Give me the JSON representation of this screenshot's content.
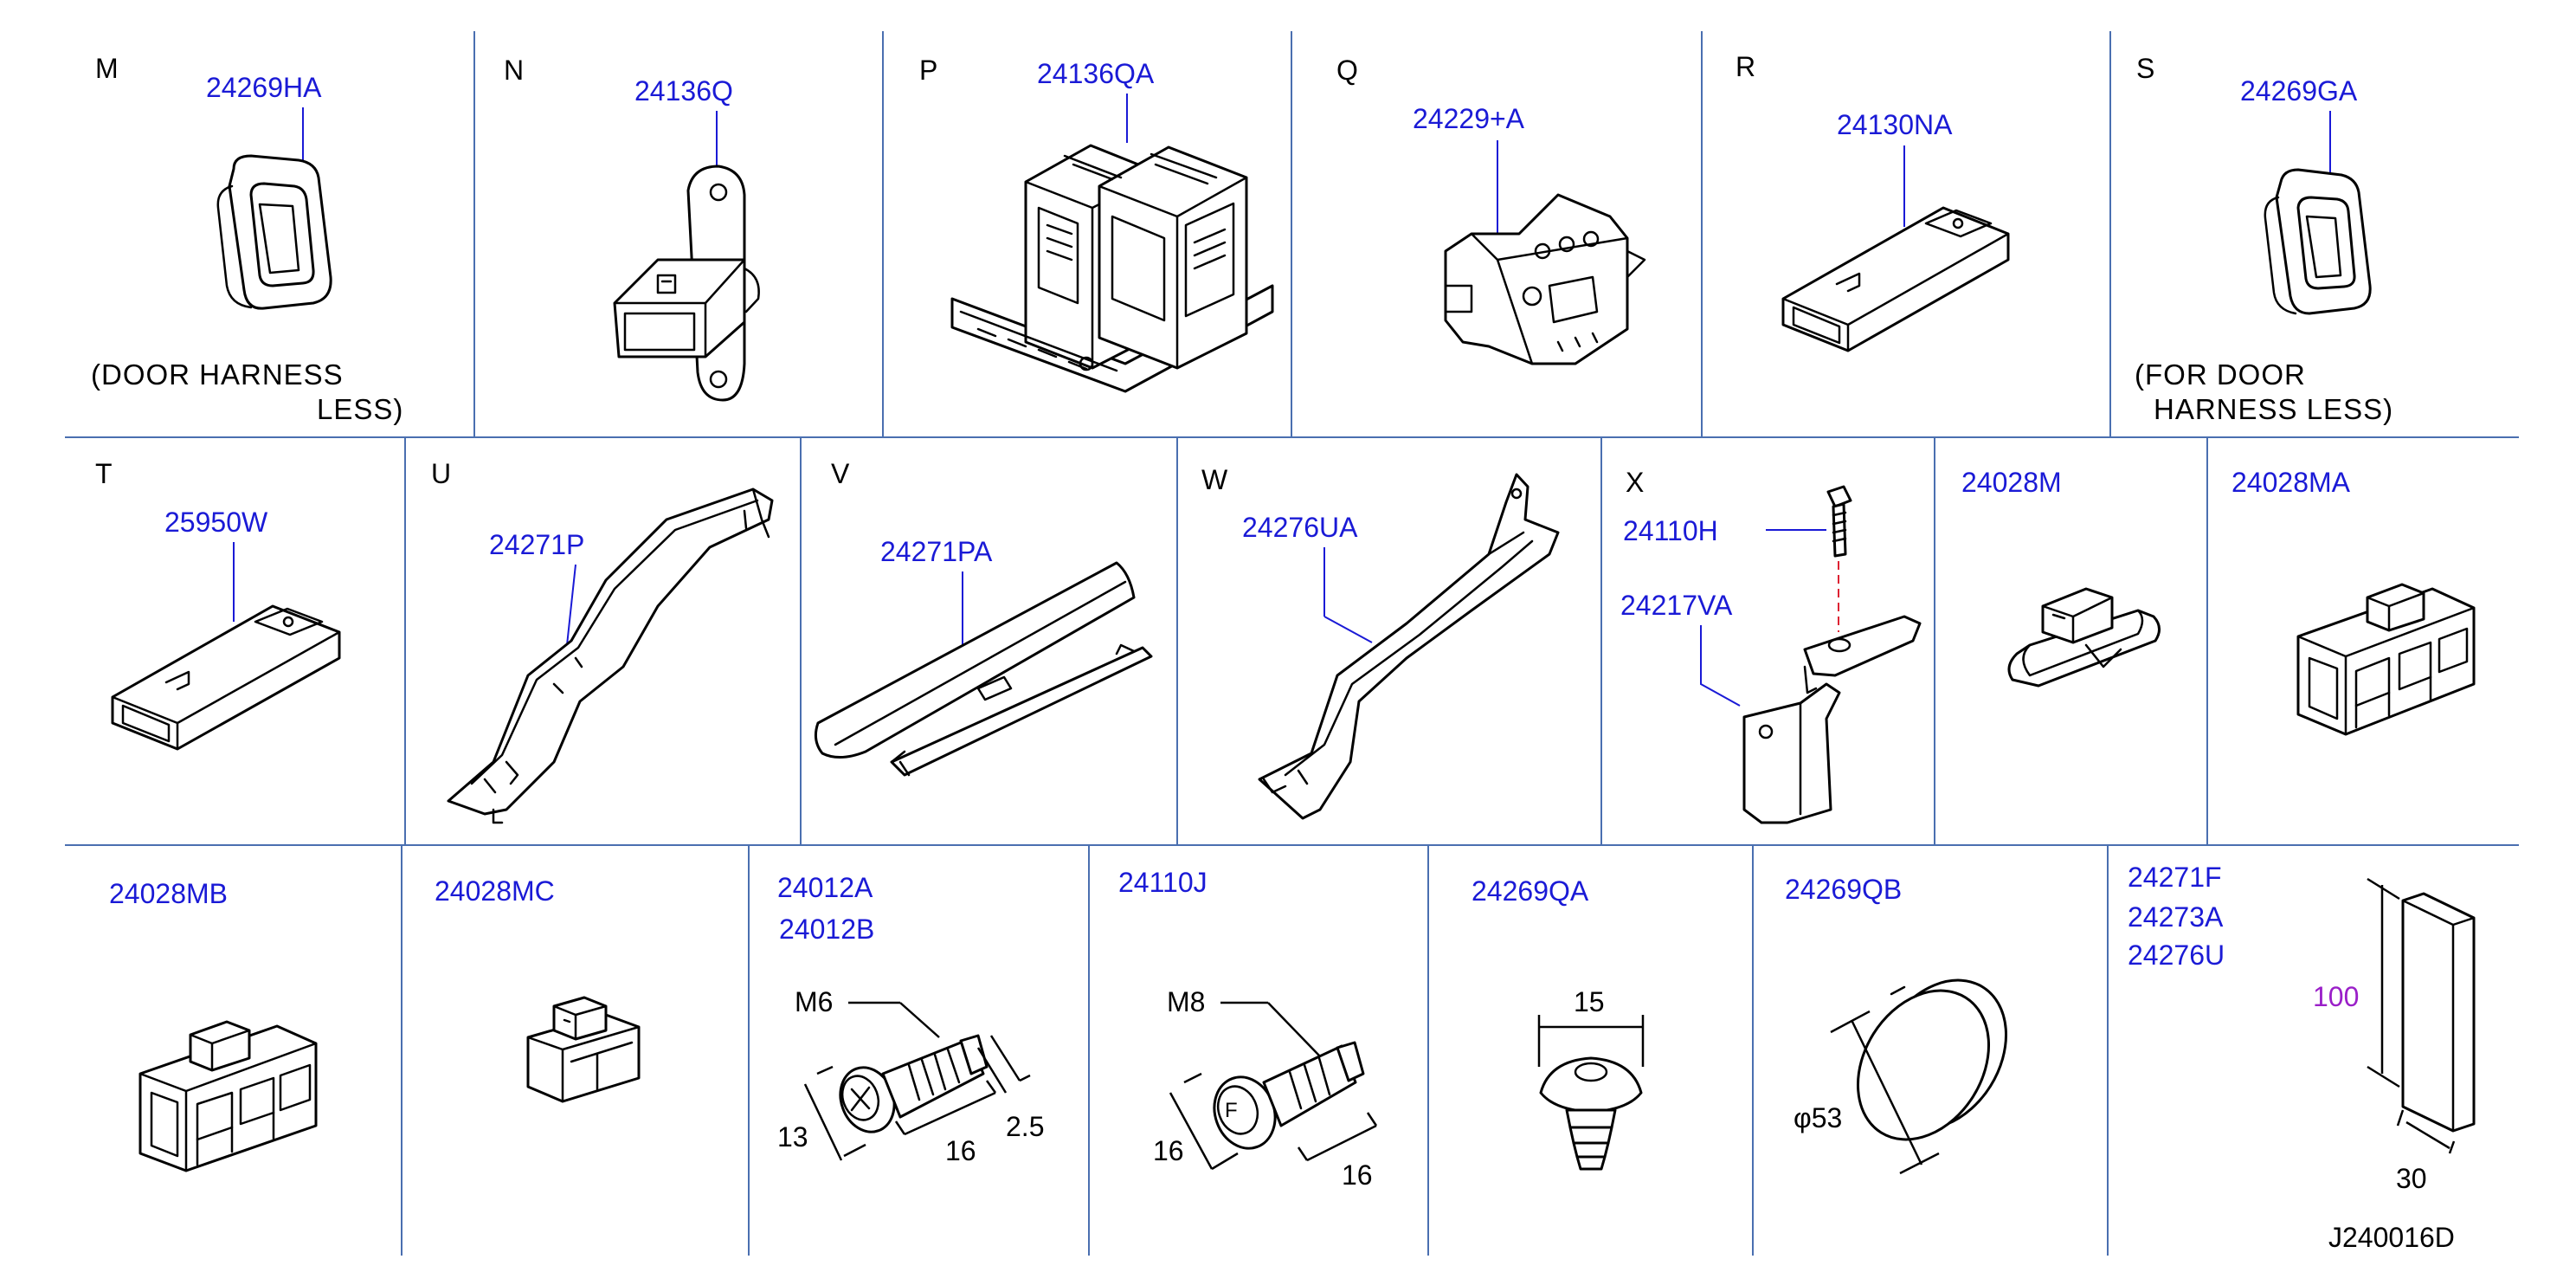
{
  "cells": {
    "M": {
      "letter": "M",
      "parts": [
        "24269HA"
      ],
      "note": [
        "(DOOR   HARNESS",
        "LESS)"
      ]
    },
    "N": {
      "letter": "N",
      "parts": [
        "24136Q"
      ]
    },
    "P": {
      "letter": "P",
      "parts": [
        "24136QA"
      ]
    },
    "Q": {
      "letter": "Q",
      "parts": [
        "24229+A"
      ]
    },
    "R": {
      "letter": "R",
      "parts": [
        "24130NA"
      ]
    },
    "S": {
      "letter": "S",
      "parts": [
        "24269GA"
      ],
      "note": [
        "(FOR   DOOR",
        "HARNESS   LESS)"
      ]
    },
    "T": {
      "letter": "T",
      "parts": [
        "25950W"
      ]
    },
    "U": {
      "letter": "U",
      "parts": [
        "24271P"
      ]
    },
    "V": {
      "letter": "V",
      "parts": [
        "24271PA"
      ]
    },
    "W": {
      "letter": "W",
      "parts": [
        "24276UA"
      ]
    },
    "X": {
      "letter": "X",
      "parts": [
        "24110H",
        "24217VA"
      ]
    },
    "c1": {
      "parts": [
        "24028M"
      ]
    },
    "c2": {
      "parts": [
        "24028MA"
      ]
    },
    "c3": {
      "parts": [
        "24028MB"
      ]
    },
    "c4": {
      "parts": [
        "24028MC"
      ]
    },
    "c5": {
      "parts": [
        "24012A",
        "24012B"
      ],
      "thread": "M6",
      "dims": [
        "13",
        "16",
        "2.5"
      ]
    },
    "c6": {
      "parts": [
        "24110J"
      ],
      "thread": "M8",
      "dims": [
        "16",
        "16"
      ]
    },
    "c7": {
      "parts": [
        "24269QA"
      ],
      "dims": [
        "15"
      ]
    },
    "c8": {
      "parts": [
        "24269QB"
      ],
      "dims": [
        "φ53"
      ]
    },
    "c9": {
      "parts": [
        "24271F",
        "24273A",
        "24276U"
      ],
      "dims": [
        "100",
        "30"
      ]
    }
  },
  "drawing_code": "J240016D",
  "colors": {
    "part_number": "#1a1ad6",
    "dimension_highlight": "#9a1fc8",
    "grid": "#4a6fb0",
    "line": "#000000"
  }
}
